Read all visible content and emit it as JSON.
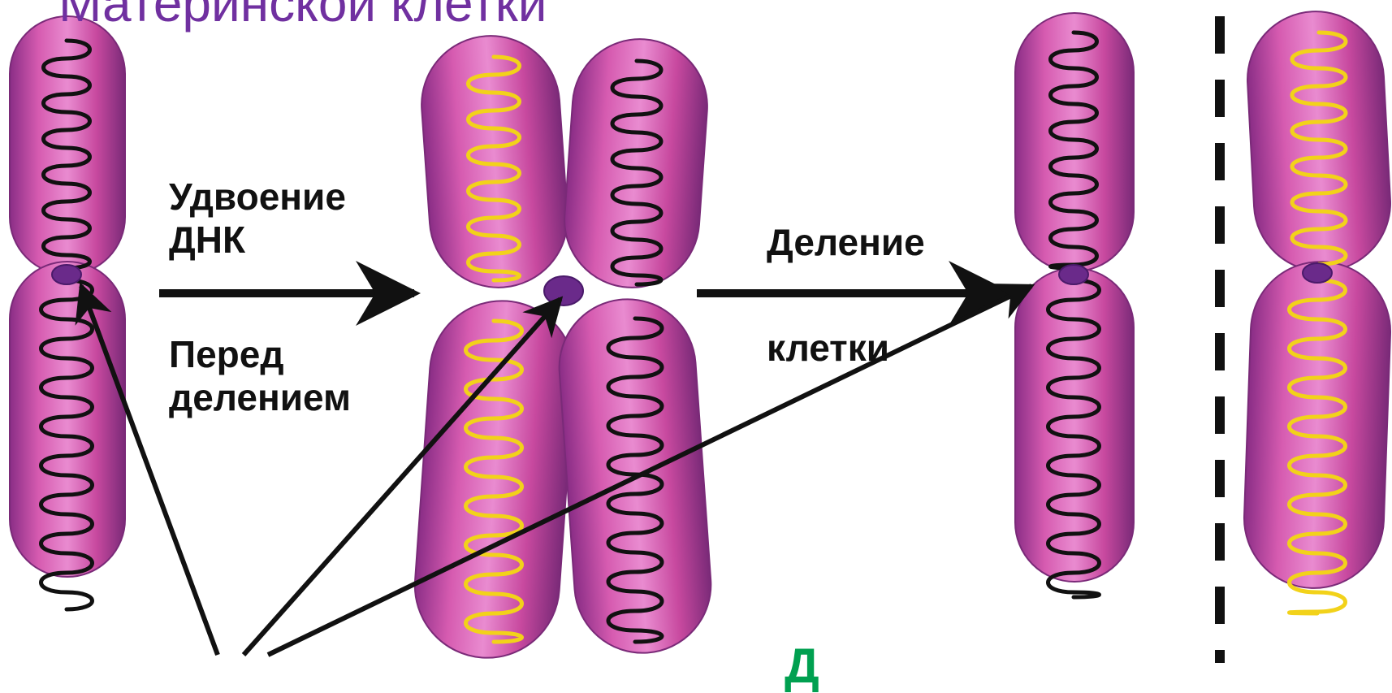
{
  "title": "Материнской клетки",
  "labels": {
    "dna_doubling": [
      "Удвоение",
      "ДНК"
    ],
    "before_division": [
      "Перед",
      "делением"
    ],
    "cell_division": [
      "Деление",
      "клетки"
    ]
  },
  "bottom_fragment": "Д",
  "colors": {
    "title": "#7030a0",
    "chromatid": "#c8499f",
    "chromatid_edge": "#7a2a78",
    "dna_black": "#111111",
    "dna_yellow": "#f2d21a",
    "arrow": "#111111",
    "bottom_fragment": "#00a050"
  }
}
